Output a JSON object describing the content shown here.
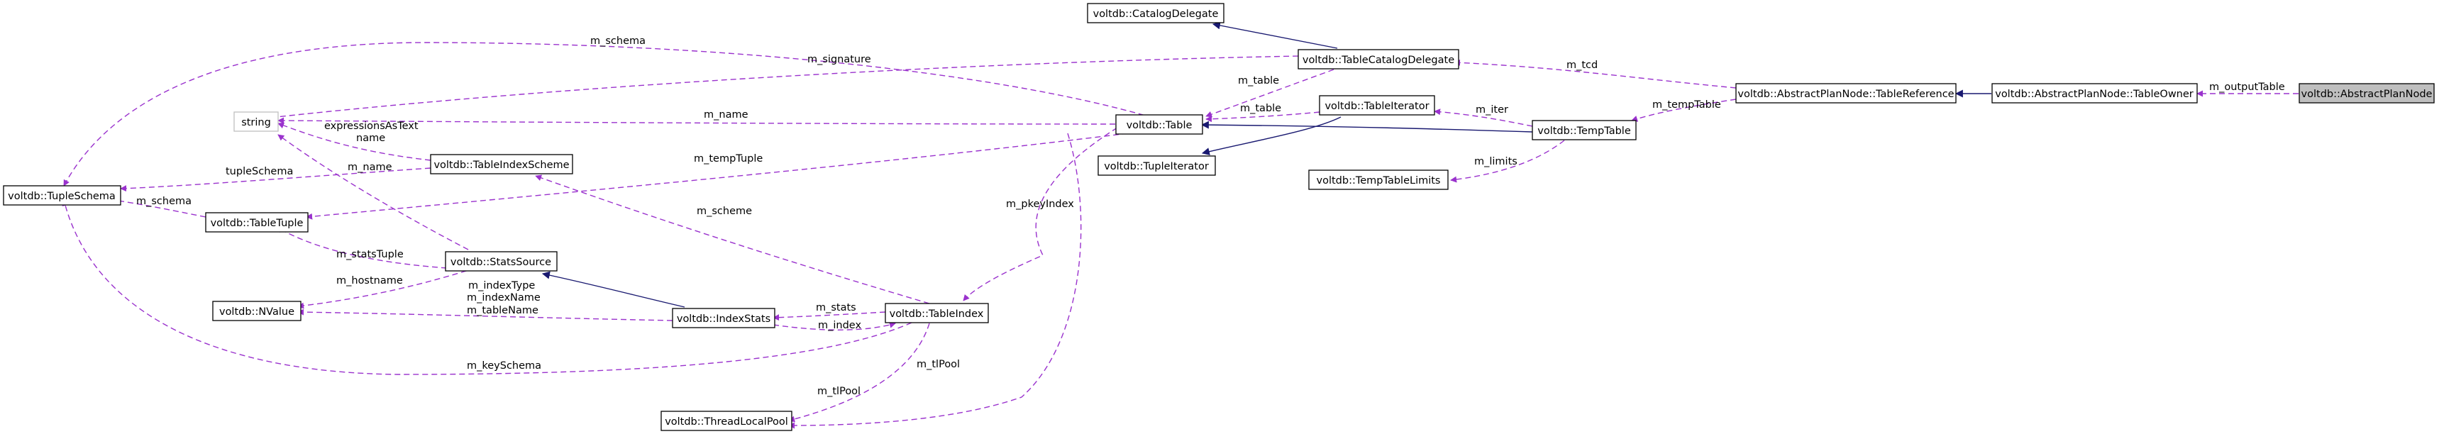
{
  "nodes": {
    "catalog_delegate": "voltdb::CatalogDelegate",
    "table_catalog_delegate": "voltdb::TableCatalogDelegate",
    "abstract_plan_node_table_reference": "voltdb::AbstractPlanNode::TableReference",
    "abstract_plan_node_table_owner": "voltdb::AbstractPlanNode::TableOwner",
    "abstract_plan_node": "voltdb::AbstractPlanNode",
    "string": "string",
    "table": "voltdb::Table",
    "table_iterator": "voltdb::TableIterator",
    "temp_table": "voltdb::TempTable",
    "tuple_iterator": "voltdb::TupleIterator",
    "temp_table_limits": "voltdb::TempTableLimits",
    "table_index_scheme": "voltdb::TableIndexScheme",
    "tuple_schema": "voltdb::TupleSchema",
    "table_tuple": "voltdb::TableTuple",
    "stats_source": "voltdb::StatsSource",
    "nvalue": "voltdb::NValue",
    "index_stats": "voltdb::IndexStats",
    "table_index": "voltdb::TableIndex",
    "thread_local_pool": "voltdb::ThreadLocalPool"
  },
  "edge_labels": {
    "m_schema_top": "m_schema",
    "m_signature": "m_signature",
    "m_tcd": "m_tcd",
    "m_outputTable": "m_outputTable",
    "m_table_1": "m_table",
    "m_table_2": "m_table",
    "m_name": "m_name",
    "m_tempTable_right": "m_tempTable",
    "m_iter": "m_iter",
    "expressionsAsText": "expressionsAsText",
    "name": "name",
    "m_tempTuple": "m_tempTuple",
    "tupleSchema": "tupleSchema",
    "m_name_2": "m_name",
    "m_schema_left": "m_schema",
    "m_limits": "m_limits",
    "m_pkeyIndex": "m_pkeyIndex",
    "m_scheme": "m_scheme",
    "m_statsTuple": "m_statsTuple",
    "m_hostname": "m_hostname",
    "m_indexType": "m_indexType",
    "m_indexName": "m_indexName",
    "m_tableName": "m_tableName",
    "m_stats": "m_stats",
    "m_index": "m_index",
    "m_keySchema": "m_keySchema",
    "m_tlPool_1": "m_tlPool",
    "m_tlPool_2": "m_tlPool"
  },
  "colors": {
    "usage_edge": "#9a32cd",
    "inheritance_edge": "#191970",
    "focus_fill": "#bfbfbf",
    "border": "#000000"
  }
}
